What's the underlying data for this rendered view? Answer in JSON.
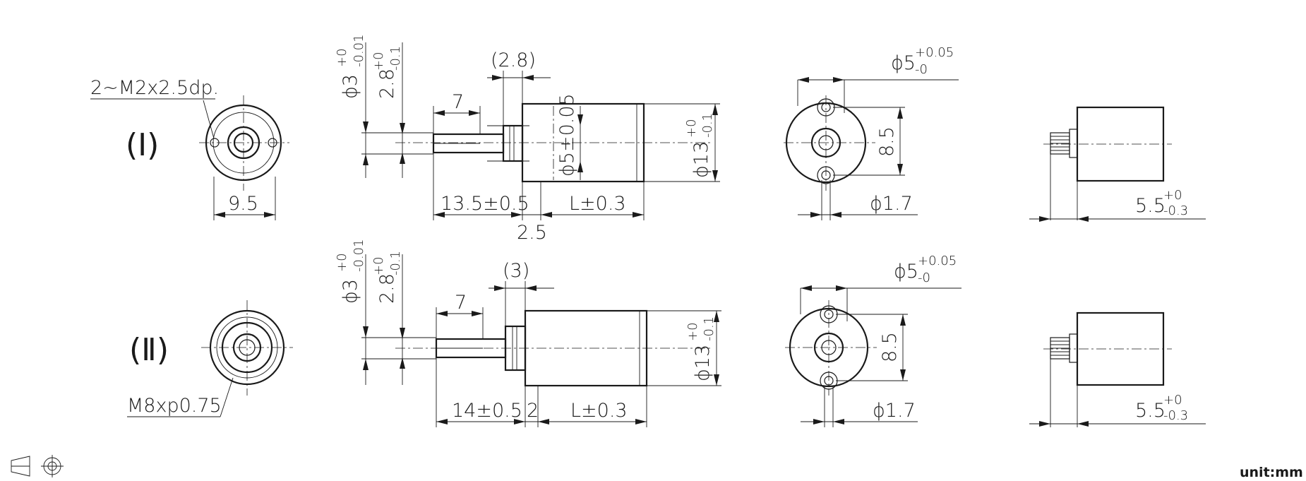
{
  "views": {
    "row1": {
      "label": "(Ⅰ)",
      "thread": "2~M2x2.5dp.",
      "width_dim": "9.5",
      "shaft_dia_main": "ϕ3",
      "shaft_dia_tol_up": "+0",
      "shaft_dia_tol_low": "-0.01",
      "flat_main": "2.8",
      "flat_tol_up": "+0",
      "flat_tol_low": "-0.1",
      "boss_len": "(2.8)",
      "flat_len": "7",
      "boss_dia": "ϕ5±0.05",
      "body_dia_main": "ϕ13",
      "body_dia_tol_up": "+0",
      "body_dia_tol_low": "-0.1",
      "shaft_len": "13.5±0.5",
      "body_len": "L±0.3",
      "gap": "2.5",
      "end_dia_main": "ϕ5",
      "end_dia_tol_up": "+0.05",
      "end_dia_tol_low": "-0",
      "pcd": "8.5",
      "hole_dia": "ϕ1.7",
      "terminal_main": "5.5",
      "terminal_tol_up": "+0",
      "terminal_tol_low": "-0.3"
    },
    "row2": {
      "label": "(Ⅱ)",
      "thread": "M8xp0.75",
      "shaft_dia_main": "ϕ3",
      "shaft_dia_tol_up": "+0",
      "shaft_dia_tol_low": "-0.01",
      "flat_main": "2.8",
      "flat_tol_up": "+0",
      "flat_tol_low": "-0.1",
      "boss_len": "(3)",
      "flat_len": "7",
      "body_dia_main": "ϕ13",
      "body_dia_tol_up": "+0",
      "body_dia_tol_low": "-0.1",
      "shaft_len": "14±0.5",
      "gap": "2",
      "body_len": "L±0.3",
      "end_dia_main": "ϕ5",
      "end_dia_tol_up": "+0.05",
      "end_dia_tol_low": "-0",
      "pcd": "8.5",
      "hole_dia": "ϕ1.7",
      "terminal_main": "5.5",
      "terminal_tol_up": "+0",
      "terminal_tol_low": "-0.3"
    }
  },
  "footer": {
    "projection_symbol": "third-angle-projection-icon",
    "unit": "unit:mm"
  }
}
